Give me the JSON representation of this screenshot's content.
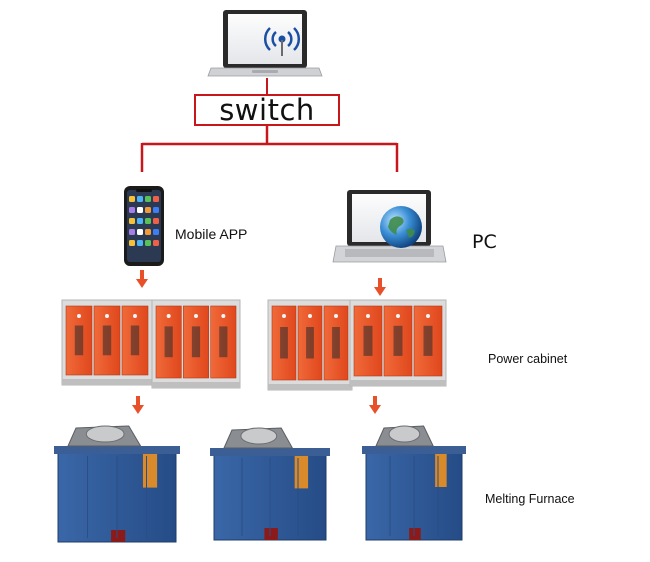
{
  "switch": {
    "label": "switch"
  },
  "devices": {
    "mobile_label": "Mobile APP",
    "pc_label": "PC"
  },
  "rows": {
    "power_cabinet_label": "Power cabinet",
    "furnace_label": "Melting Furnace"
  },
  "colors": {
    "line": "#c8161d",
    "arrow": "#e8502a",
    "cabinet_orange": "#e8502a",
    "cabinet_frame": "#d9d9d9",
    "furnace_blue": "#2f5b9b"
  },
  "icons": [
    "laptop-wifi-icon",
    "smartphone-icon",
    "laptop-globe-icon"
  ]
}
